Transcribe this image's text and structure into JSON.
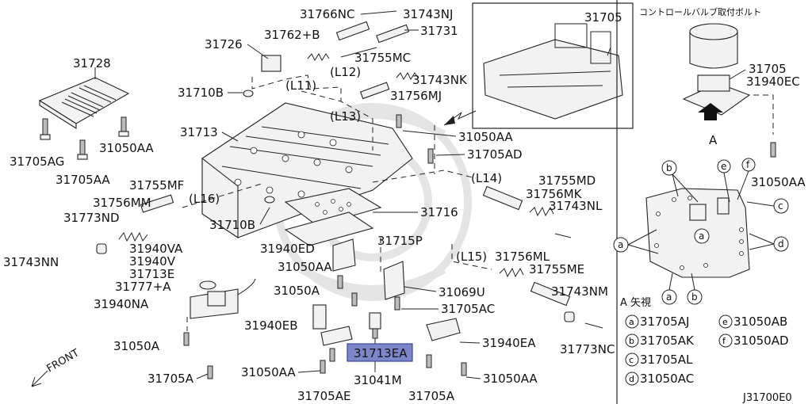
{
  "diagram": {
    "code": "J31700E0",
    "front_label": "FRONT",
    "view_label": "A 矢視",
    "jp_title": "コントロールバルブ取付ボルト",
    "arrow_a": "A",
    "highlight": "31713EA",
    "labels": {
      "l31766NC": "31766NC",
      "l31743NJ": "31743NJ",
      "l31762B": "31762+B",
      "l31731": "31731",
      "l31726": "31726",
      "l31755MC": "31755MC",
      "l31743NK": "31743NK",
      "l31756MJ": "31756MJ",
      "l31728": "31728",
      "l31710B_top": "31710B",
      "l31713": "31713",
      "l31050AA_a": "31050AA",
      "l31705AD": "31705AD",
      "l31705AG": "31705AG",
      "l31050AA_b": "31050AA",
      "l31705AA": "31705AA",
      "l31755MF": "31755MF",
      "l31756MM": "31756MM",
      "l31755MD": "31755MD",
      "l31756MK": "31756MK",
      "l31743NL": "31743NL",
      "l31773ND": "31773ND",
      "l31710B_bot": "31710B",
      "l31716": "31716",
      "l31715P": "31715P",
      "l31743NN": "31743NN",
      "l31940VA": "31940VA",
      "l31940V": "31940V",
      "l31940ED": "31940ED",
      "l31713E": "31713E",
      "l31050AA_c": "31050AA",
      "l31756ML": "31756ML",
      "l31755ME": "31755ME",
      "l31777A": "31777+A",
      "l31050A_a": "31050A",
      "l31069U": "31069U",
      "l31743NM": "31743NM",
      "l31940NA": "31940NA",
      "l31705AC": "31705AC",
      "l31940EB": "31940EB",
      "l31940EA": "31940EA",
      "l31050A_b": "31050A",
      "l31773NC": "31773NC",
      "l31050AA_d": "31050AA",
      "l31050AA_e": "31050AA",
      "l31705A_a": "31705A",
      "l31041M": "31041M",
      "l31705AE": "31705AE",
      "l31705A_b": "31705A",
      "l31705_inset": "31705",
      "l31705_right": "31705",
      "l31940EC": "31940EC",
      "l31050AA_right": "31050AA"
    },
    "line_tags": [
      "(L11)",
      "(L12)",
      "(L13)",
      "(L14)",
      "(L15)",
      "(L16)"
    ],
    "legend": [
      {
        "letter": "a",
        "code": "31705AJ"
      },
      {
        "letter": "b",
        "code": "31705AK"
      },
      {
        "letter": "c",
        "code": "31705AL"
      },
      {
        "letter": "d",
        "code": "31050AC"
      },
      {
        "letter": "e",
        "code": "31050AB"
      },
      {
        "letter": "f",
        "code": "31050AD"
      }
    ]
  }
}
